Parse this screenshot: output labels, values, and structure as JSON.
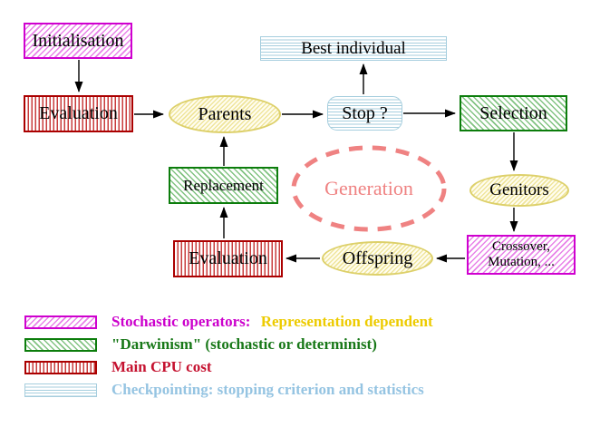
{
  "title": "Evolutionary algorithm generation loop diagram",
  "nodes": {
    "initialisation": {
      "label": "Initialisation"
    },
    "evaluation_top": {
      "label": "Evaluation"
    },
    "parents": {
      "label": "Parents"
    },
    "best_individual": {
      "label": "Best individual"
    },
    "stop": {
      "label": "Stop ?"
    },
    "selection": {
      "label": "Selection"
    },
    "genitors": {
      "label": "Genitors"
    },
    "crossover": {
      "line1": "Crossover,",
      "line2": "Mutation, ..."
    },
    "offspring": {
      "label": "Offspring"
    },
    "evaluation_bottom": {
      "label": "Evaluation"
    },
    "replacement": {
      "label": "Replacement"
    },
    "generation": {
      "label": "Generation"
    }
  },
  "legend": {
    "items": [
      {
        "swatch": "magenta-diagonal-hatch",
        "text": "Stochastic operators:",
        "text2": "Representation dependent"
      },
      {
        "swatch": "green-diagonal-hatch",
        "text": "\"Darwinism\" (stochastic or determinist)"
      },
      {
        "swatch": "red-vertical-stripes",
        "text": "Main CPU cost"
      },
      {
        "swatch": "cyan-horizontal-stripes",
        "text": "Checkpointing: stopping criterion and statistics"
      }
    ]
  },
  "colors": {
    "magenta": "#cc00cc",
    "green": "#0c7d0c",
    "red": "#ab0000",
    "crimson_text": "#c51230",
    "cyan": "#a6cede",
    "cyan_text": "#95c4e2",
    "yellow_fill": "#efe59c",
    "yellow_text": "#edcb00",
    "salmon": "#ef8282",
    "arrow": "#000000",
    "background": "#ffffff"
  }
}
